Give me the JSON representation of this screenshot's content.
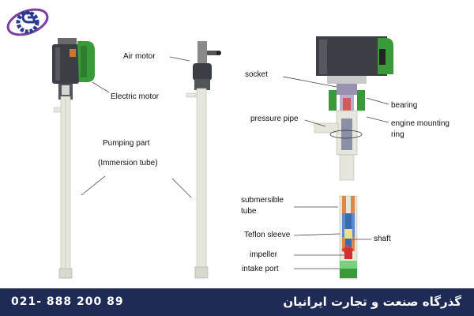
{
  "labels": {
    "air_motor": "Air motor",
    "electric_motor": "Electric motor",
    "pumping_part": "Pumping part",
    "immersion_tube": "(Immersion tube)",
    "socket": "socket",
    "bearing": "bearing",
    "pressure_pipe": "pressure pipe",
    "engine_mounting_1": "engine mounting",
    "engine_mounting_2": "ring",
    "submersible_1": "submersible",
    "submersible_2": "tube",
    "teflon_sleeve": "Teflon sleeve",
    "shaft": "shaft",
    "impeller": "impeller",
    "intake_port": "intake port"
  },
  "footer": {
    "phone": "021- 888 200 89",
    "brand": "گذرگاه صنعت و تجارت ایرانیان"
  },
  "colors": {
    "footer_bg": "#1f2b55",
    "logo_blue": "#2b3a8f",
    "logo_purple": "#7b3fa0",
    "motor_green": "#3a9a3a",
    "tube": "#e6e6dc"
  }
}
